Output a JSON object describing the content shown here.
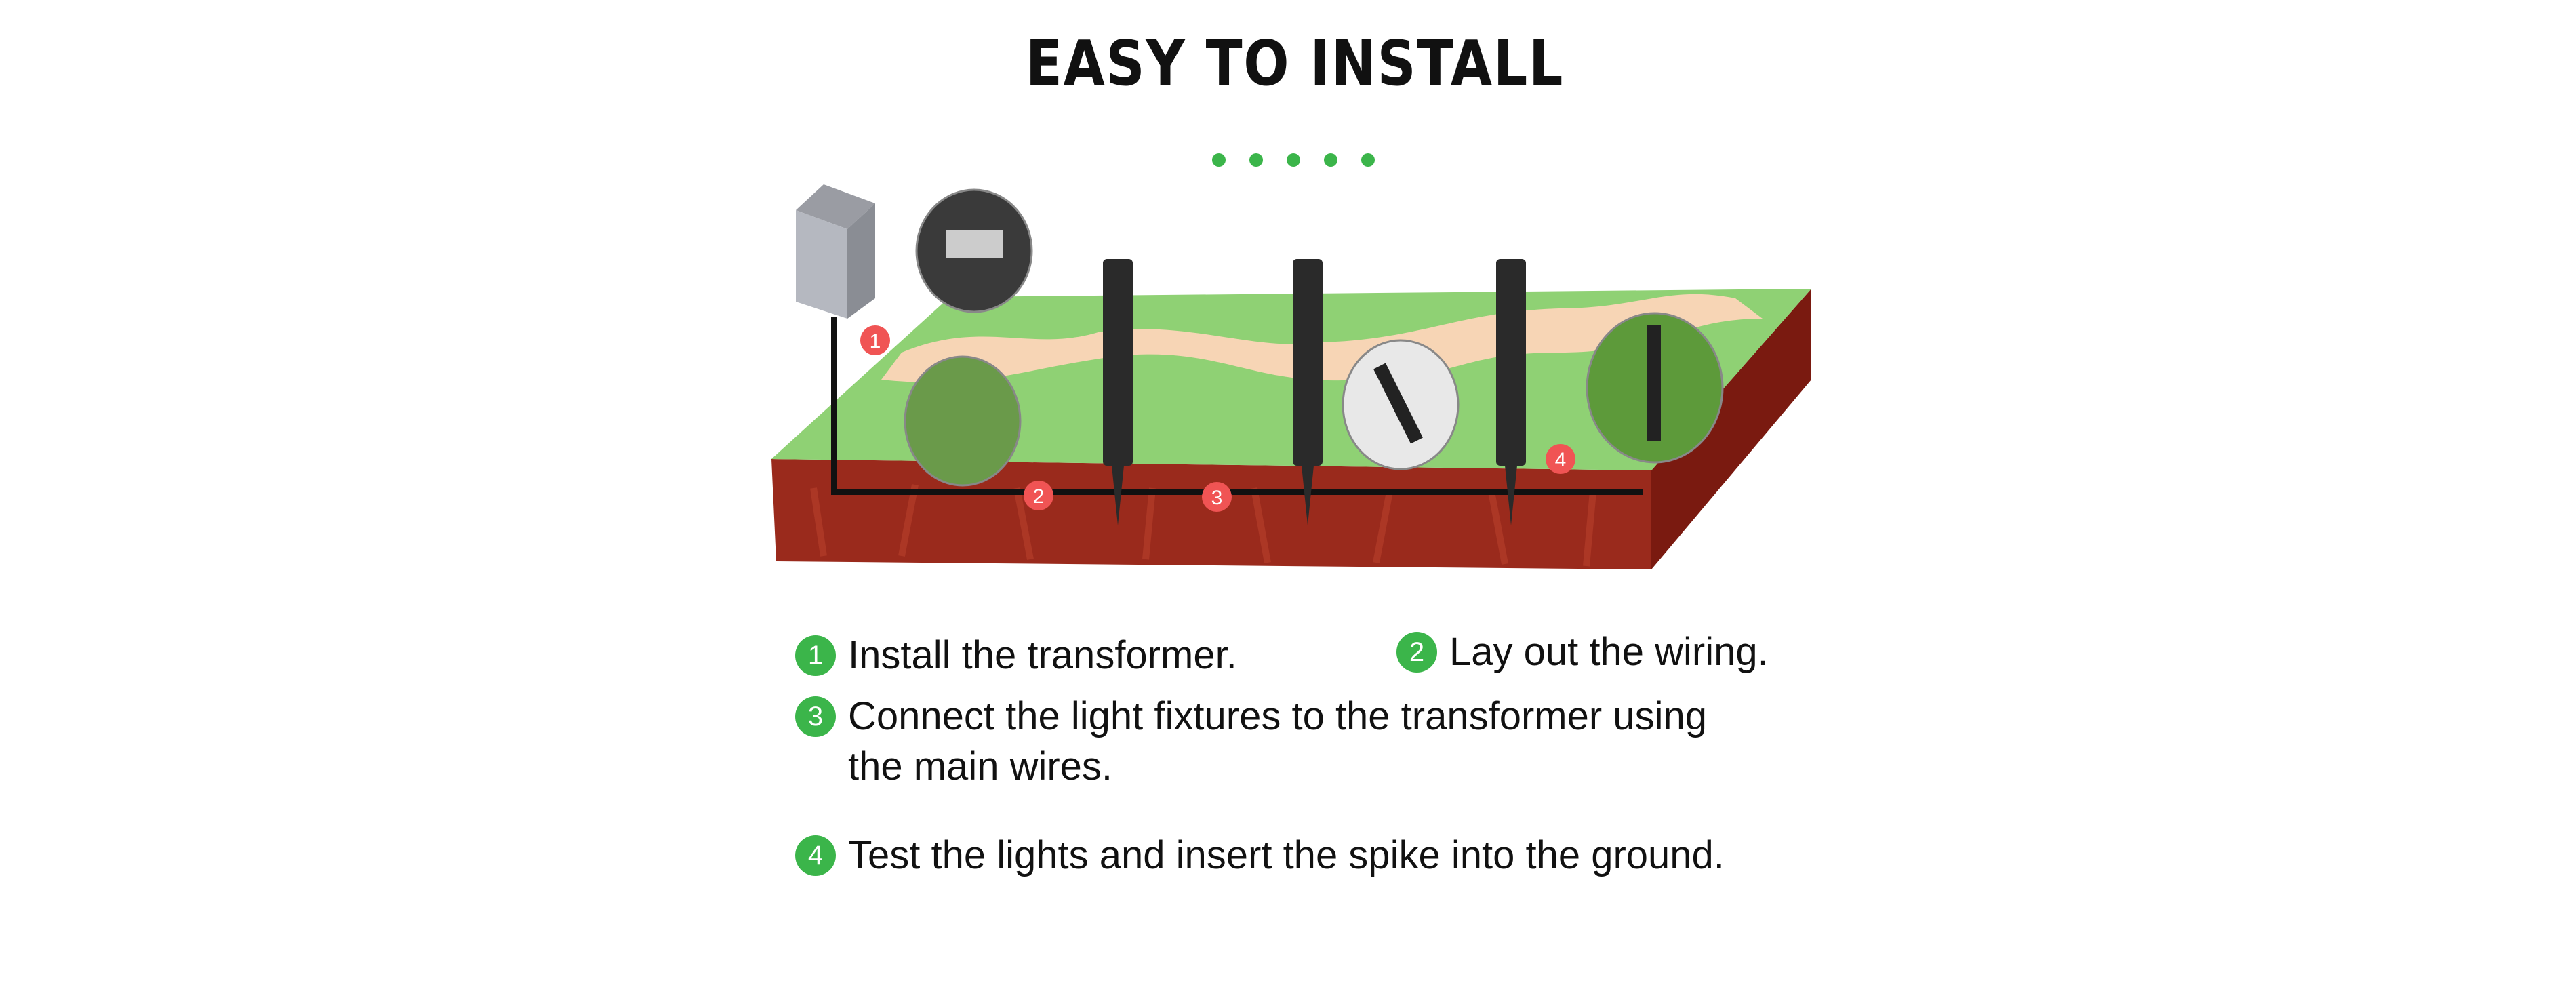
{
  "title": "EASY TO INSTALL",
  "colors": {
    "accent": "#3bb54a",
    "marker": "#f05454",
    "grass": "#8fd174",
    "soil": "#8b2218",
    "path": "#f7d5b5"
  },
  "diagram_markers": [
    "1",
    "2",
    "3",
    "4"
  ],
  "steps": [
    {
      "number": "1",
      "text": "Install the transformer."
    },
    {
      "number": "2",
      "text": "Lay out the wiring."
    },
    {
      "number": "3",
      "text": "Connect the light fixtures to the transformer using",
      "text2": "the main wires."
    },
    {
      "number": "4",
      "text": "Test the lights and insert the spike into the ground."
    }
  ]
}
